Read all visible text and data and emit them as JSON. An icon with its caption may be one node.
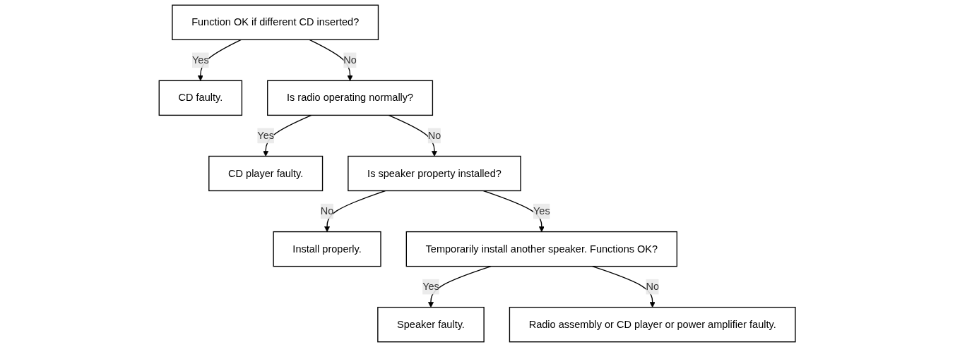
{
  "diagram": {
    "nodes": [
      {
        "text": [
          "Function OK if different CD inserted?"
        ]
      },
      {
        "text": [
          "CD faulty."
        ]
      },
      {
        "text": [
          "Is radio operating normally?"
        ]
      },
      {
        "text": [
          "CD player faulty."
        ]
      },
      {
        "text": [
          "Is speaker property installed?"
        ]
      },
      {
        "text": [
          "Install properly."
        ]
      },
      {
        "text": [
          "Temporarily install another speaker. Functions OK?"
        ]
      },
      {
        "text": [
          "Speaker faulty."
        ]
      },
      {
        "text": [
          "Radio assembly or CD player or power amplifier faulty."
        ]
      }
    ],
    "edges": [
      {
        "from": 0,
        "to": 1,
        "arrow": "to",
        "label": "Yes"
      },
      {
        "from": 0,
        "to": 2,
        "arrow": "to",
        "label": "No"
      },
      {
        "from": 2,
        "to": 3,
        "arrow": "to",
        "label": "Yes"
      },
      {
        "from": 2,
        "to": 4,
        "arrow": "to",
        "label": "No"
      },
      {
        "from": 4,
        "to": 5,
        "arrow": "to",
        "label": "No"
      },
      {
        "from": 4,
        "to": 6,
        "arrow": "to",
        "label": "Yes"
      },
      {
        "from": 6,
        "to": 7,
        "arrow": "to",
        "label": "Yes"
      },
      {
        "from": 6,
        "to": 8,
        "arrow": "to",
        "label": "No"
      }
    ]
  }
}
